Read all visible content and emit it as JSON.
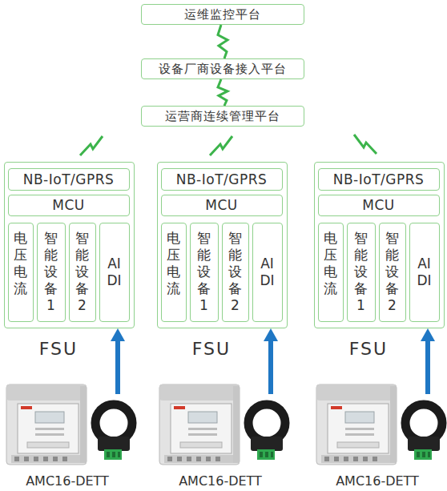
{
  "diagram": {
    "nodes": [
      {
        "text": [
          "运维监控平台"
        ]
      },
      {
        "text": [
          "设备厂商设备接入平台"
        ]
      },
      {
        "text": [
          "运营商连续管理平台"
        ]
      },
      {
        "text": [
          "FSU"
        ]
      },
      {
        "text": [
          "NB-IoT/GPRS"
        ],
        "in": 3
      },
      {
        "text": [
          "MCU"
        ],
        "in": 3
      },
      {
        "text": [
          "电压电流"
        ],
        "in": 3
      },
      {
        "text": [
          "智能设备1"
        ],
        "in": 3
      },
      {
        "text": [
          "智能设备2"
        ],
        "in": 3
      },
      {
        "text": [
          "AI DI"
        ],
        "in": 3
      },
      {
        "text": [
          "FSU"
        ]
      },
      {
        "text": [
          "NB-IoT/GPRS"
        ],
        "in": 10
      },
      {
        "text": [
          "MCU"
        ],
        "in": 10
      },
      {
        "text": [
          "电压电流"
        ],
        "in": 10
      },
      {
        "text": [
          "智能设备1"
        ],
        "in": 10
      },
      {
        "text": [
          "智能设备2"
        ],
        "in": 10
      },
      {
        "text": [
          "AI DI"
        ],
        "in": 10
      },
      {
        "text": [
          "FSU"
        ]
      },
      {
        "text": [
          "NB-IoT/GPRS"
        ],
        "in": 17
      },
      {
        "text": [
          "MCU"
        ],
        "in": 17
      },
      {
        "text": [
          "电压电流"
        ],
        "in": 17
      },
      {
        "text": [
          "智能设备1"
        ],
        "in": 17
      },
      {
        "text": [
          "智能设备2"
        ],
        "in": 17
      },
      {
        "text": [
          "AI DI"
        ],
        "in": 17
      },
      {
        "text": [
          "AMC16-DETT"
        ]
      },
      {
        "text": [
          "AMC16-DETT"
        ]
      },
      {
        "text": [
          "AMC16-DETT"
        ]
      }
    ],
    "edges": [
      {
        "from": 0,
        "to": 1,
        "arrow": "none"
      },
      {
        "from": 1,
        "to": 2,
        "arrow": "none"
      },
      {
        "from": 24,
        "to": 3,
        "arrow": "to"
      },
      {
        "from": 25,
        "to": 10,
        "arrow": "to"
      },
      {
        "from": 26,
        "to": 17,
        "arrow": "to"
      }
    ]
  }
}
